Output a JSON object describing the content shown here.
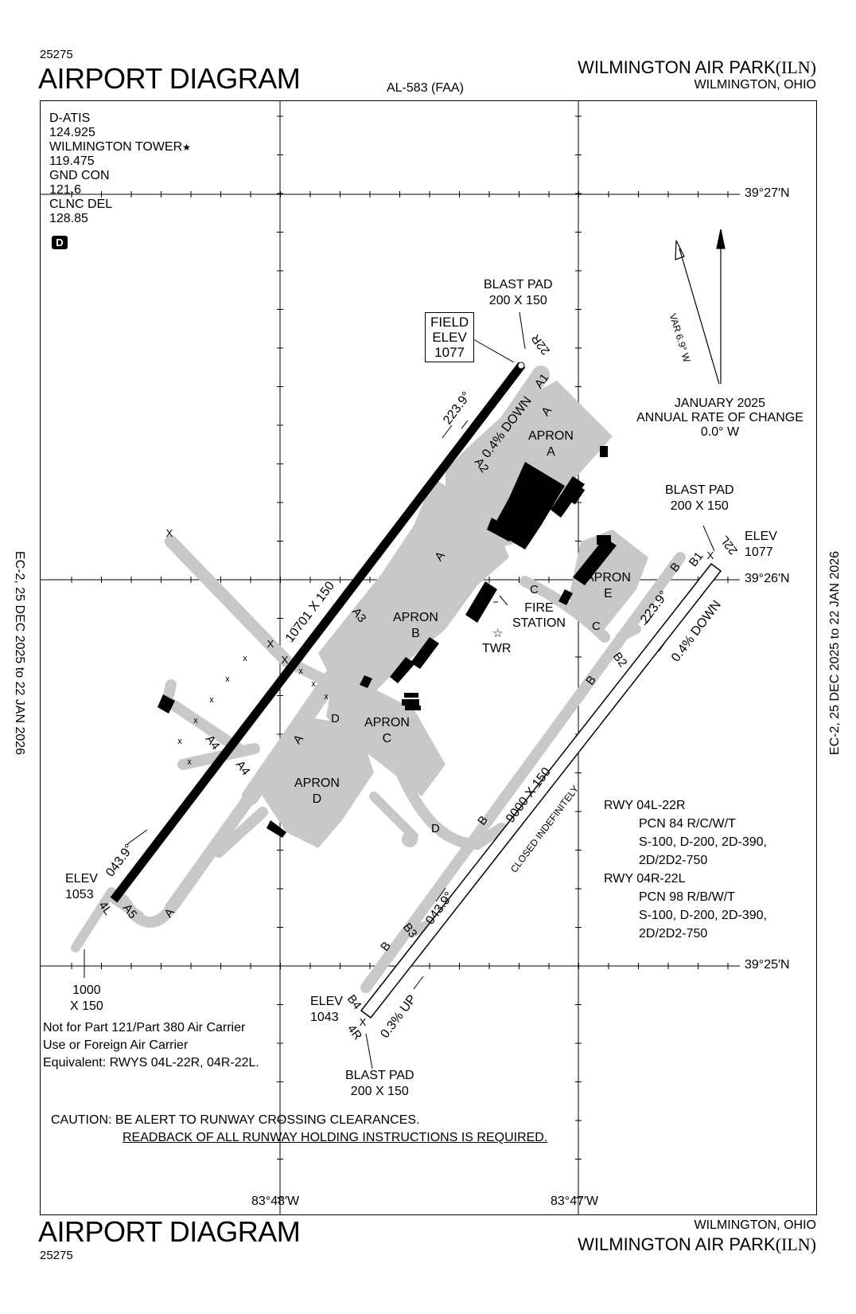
{
  "header": {
    "chart_number": "25275",
    "title": "AIRPORT DIAGRAM",
    "chart_id": "AL-583 (FAA)",
    "airport_name": "WILMINGTON AIR PARK",
    "airport_code": "(ILN)",
    "city_state": "WILMINGTON, OHIO"
  },
  "footer": {
    "chart_number": "25275",
    "title": "AIRPORT DIAGRAM",
    "airport_name": "WILMINGTON AIR PARK",
    "airport_code": "(ILN)",
    "city_state": "WILMINGTON, OHIO"
  },
  "side_note": "EC-2,  25 DEC 2025  to  22 JAN 2026",
  "frequencies": {
    "atis_label": "D-ATIS",
    "atis_freq": "124.925",
    "tower_label": "WILMINGTON TOWER",
    "tower_star": "★",
    "tower_freq": "119.475",
    "gnd_label": "GND CON",
    "gnd_freq": "121.6",
    "clnc_label": "CLNC DEL",
    "clnc_freq": "128.85",
    "airspace_badge": "D"
  },
  "coordinates": {
    "lat_top": "39°27′N",
    "lat_mid": "39°26′N",
    "lat_bot": "39°25′N",
    "lon_left": "83°48′W",
    "lon_right": "83°47′W"
  },
  "variation": {
    "var_label": "VAR 6.9° W",
    "rate_line1": "JANUARY 2025",
    "rate_line2": "ANNUAL RATE OF CHANGE",
    "rate_line3": "0.0° W"
  },
  "field_elev": {
    "line1": "FIELD",
    "line2": "ELEV",
    "line3": "1077"
  },
  "runway_labels": {
    "rwy_22r": "22R",
    "rwy_4l": "4L",
    "rwy_22l": "22L",
    "rwy_4r": "4R",
    "hdg_223_left": "223.9°",
    "grad_left": "0.4% DOWN",
    "hdg_043_left": "043.9°",
    "dims_left": "10701 X 150",
    "hdg_223_right": "223.9°",
    "grad_right": "0.4% DOWN",
    "hdg_043_right": "043.9°",
    "grad_up": "0.3% UP",
    "dims_right": "9000 X 150",
    "closed": "CLOSED INDEFINITELY"
  },
  "blast_pads": {
    "top_line1": "BLAST PAD",
    "top_line2": "200 X 150",
    "right_line1": "BLAST PAD",
    "right_line2": "200 X 150",
    "bottom_line1": "BLAST PAD",
    "bottom_line2": "200 X 150"
  },
  "elevations": {
    "e22l_label": "ELEV",
    "e22l_val": "1077",
    "e4l_label": "ELEV",
    "e4l_val": "1053",
    "e4r_label": "ELEV",
    "e4r_val": "1043"
  },
  "overrun": {
    "line1": "1000",
    "line2": "X 150"
  },
  "taxiways": {
    "a1": "A1",
    "a2": "A2",
    "a3": "A3",
    "a4a": "A4",
    "a4b": "A4",
    "a5": "A5",
    "a_1": "A",
    "a_2": "A",
    "a_3": "A",
    "a_4": "A",
    "b1": "B1",
    "b2": "B2",
    "b3": "B3",
    "b4": "B4",
    "b_1": "B",
    "b_2": "B",
    "b_3": "B",
    "b_4": "B",
    "c_1": "C",
    "c_2": "C",
    "d_1": "D",
    "d_2": "D"
  },
  "aprons": {
    "a_l1": "APRON",
    "a_l2": "A",
    "b_l1": "APRON",
    "b_l2": "B",
    "c_l1": "APRON",
    "c_l2": "C",
    "d_l1": "APRON",
    "d_l2": "D",
    "e_l1": "APRON",
    "e_l2": "E"
  },
  "facilities": {
    "fire1": "FIRE",
    "fire2": "STATION",
    "twr": "TWR"
  },
  "pcn": {
    "r1": "RWY 04L-22R",
    "r1_pcn": "PCN 84 R/C/W/T",
    "r1_g1": "S-100, D-200, 2D-390,",
    "r1_g2": "2D/2D2-750",
    "r2": "RWY 04R-22L",
    "r2_pcn": "PCN 98 R/B/W/T",
    "r2_g1": "S-100, D-200, 2D-390,",
    "r2_g2": "2D/2D2-750"
  },
  "notes": {
    "n1": "Not for Part 121/Part 380 Air Carrier",
    "n2": "Use or Foreign Air Carrier",
    "n3": "Equivalent: RWYS 04L-22R, 04R-22L."
  },
  "caution": {
    "c1": "CAUTION: BE ALERT TO RUNWAY CROSSING CLEARANCES.",
    "c2": "READBACK OF ALL RUNWAY HOLDING INSTRUCTIONS IS REQUIRED."
  }
}
